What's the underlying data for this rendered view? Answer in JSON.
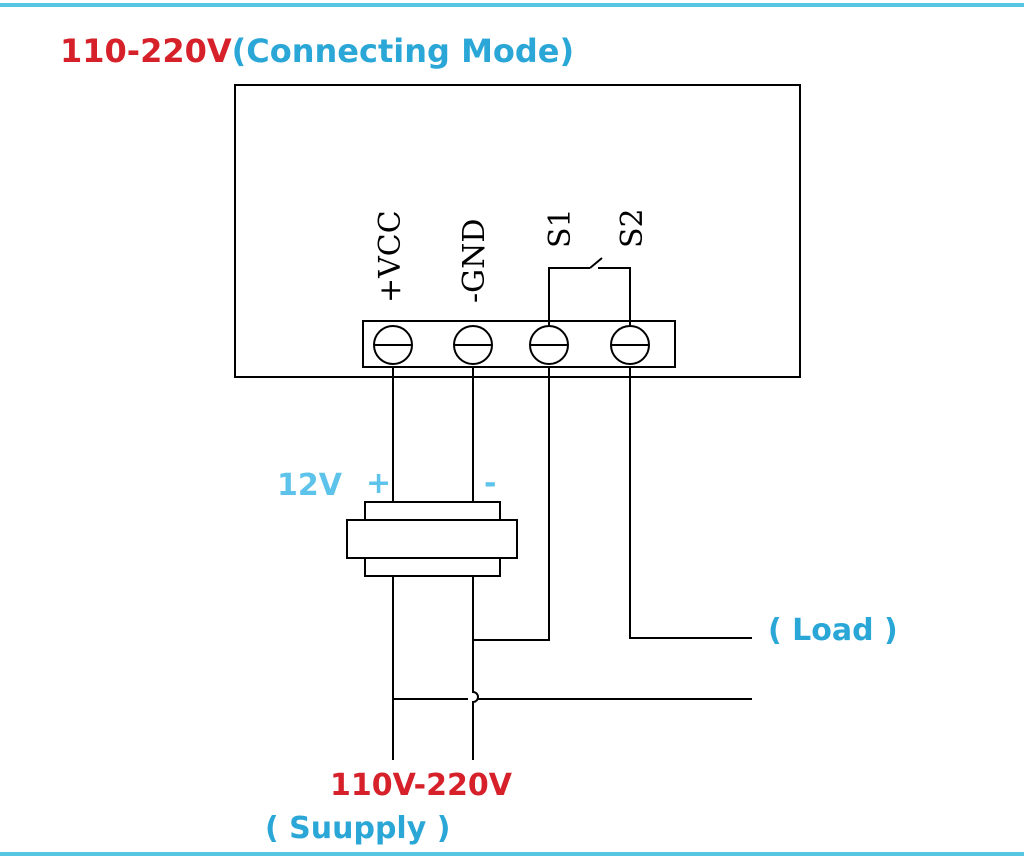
{
  "colors": {
    "frame": "#56c6e3",
    "red": "#d6202a",
    "blue": "#2aa7d6",
    "light_blue": "#5ec3ea",
    "line": "#000000"
  },
  "title": {
    "voltage": "110-220V",
    "mode": "(Connecting  Mode)"
  },
  "terminals": [
    {
      "label": "+VCC"
    },
    {
      "label": "-GND"
    },
    {
      "label": "S1"
    },
    {
      "label": "S2"
    }
  ],
  "power_module": {
    "voltage_label": "12V",
    "plus_label": "+",
    "minus_label": "-"
  },
  "load_label": "( Load )",
  "supply": {
    "voltage": "110V-220V",
    "label": "( Suupply )"
  }
}
